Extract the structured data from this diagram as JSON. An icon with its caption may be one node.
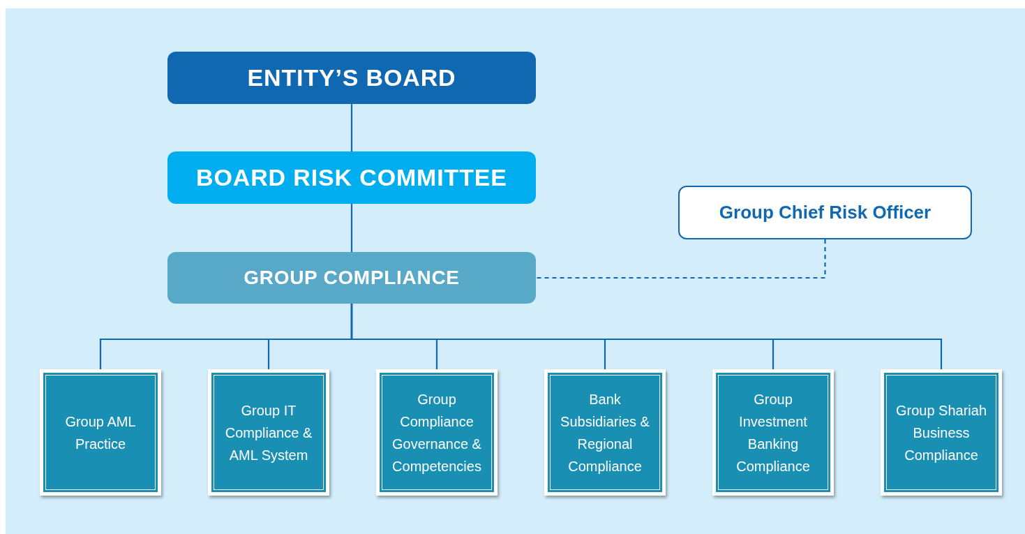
{
  "diagram": {
    "nodes": [
      {
        "text": [
          "ENTITY’S BOARD"
        ]
      },
      {
        "text": [
          "BOARD RISK COMMITTEE"
        ]
      },
      {
        "text": [
          "GROUP COMPLIANCE"
        ]
      },
      {
        "text": [
          "Group Chief Risk Officer"
        ]
      },
      {
        "text": [
          "Group AML Practice"
        ]
      },
      {
        "text": [
          "Group IT Compliance & AML System"
        ]
      },
      {
        "text": [
          "Group Compliance Governance & Competencies"
        ]
      },
      {
        "text": [
          "Bank Subsidiaries & Regional Compliance"
        ]
      },
      {
        "text": [
          "Group Investment Banking Compliance"
        ]
      },
      {
        "text": [
          "Group Shariah Business Compliance"
        ]
      }
    ],
    "edges": [
      {
        "from": 0,
        "to": 1,
        "arrow": "none"
      },
      {
        "from": 1,
        "to": 2,
        "arrow": "none"
      },
      {
        "from": 3,
        "to": 2,
        "arrow": "none",
        "style": "dashed"
      },
      {
        "from": 2,
        "to": 4,
        "arrow": "none"
      },
      {
        "from": 2,
        "to": 5,
        "arrow": "none"
      },
      {
        "from": 2,
        "to": 6,
        "arrow": "none"
      },
      {
        "from": 2,
        "to": 7,
        "arrow": "none"
      },
      {
        "from": 2,
        "to": 8,
        "arrow": "none"
      },
      {
        "from": 2,
        "to": 9,
        "arrow": "none"
      }
    ]
  }
}
